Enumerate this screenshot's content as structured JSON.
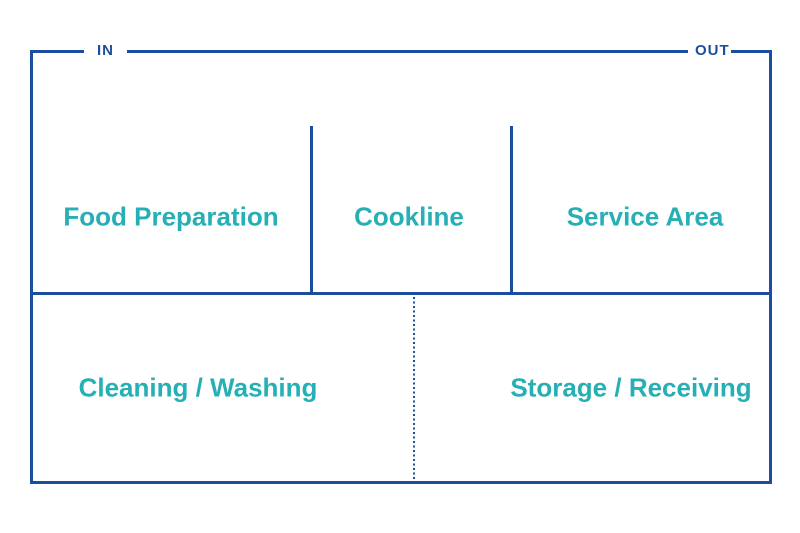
{
  "diagram": {
    "type": "kitchen-floor-plan",
    "flow": {
      "in_label": "IN",
      "out_label": "OUT"
    },
    "regions": [
      {
        "id": "food-preparation",
        "label": "Food Preparation"
      },
      {
        "id": "cookline",
        "label": "Cookline"
      },
      {
        "id": "service-area",
        "label": "Service Area"
      },
      {
        "id": "cleaning-washing",
        "label": "Cleaning / Washing"
      },
      {
        "id": "storage-receiving",
        "label": "Storage / Receiving"
      }
    ],
    "colors": {
      "wall_blue": "#1B4E9C",
      "region_teal": "#26AFB5",
      "background": "#FFFFFF"
    }
  }
}
